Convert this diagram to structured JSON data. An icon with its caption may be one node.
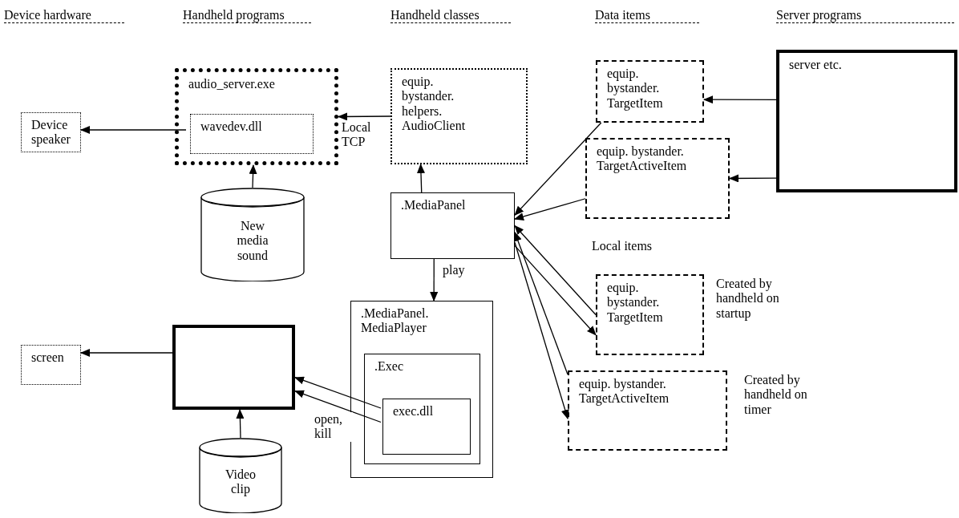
{
  "diagram": {
    "nodes": [
      {
        "text": [
          "Device speaker"
        ]
      },
      {
        "text": [
          "audio_server.exe"
        ]
      },
      {
        "text": [
          "wavedev.dll"
        ],
        "in": 1
      },
      {
        "text": [
          "equip. bystander. helpers. AudioClient"
        ]
      },
      {
        "text": [
          "equip. bystander. TargetItem"
        ]
      },
      {
        "text": [
          "server etc."
        ]
      },
      {
        "text": [
          "equip. bystander. TargetActiveItem"
        ]
      },
      {
        "text": [
          "New media sound"
        ]
      },
      {
        "text": [
          ".MediaPanel"
        ]
      },
      {
        "text": [
          "equip. bystander. TargetItem"
        ],
        "beside": [
          "Created by handheld on startup"
        ]
      },
      {
        "text": [
          ".MediaPanel. MediaPlayer"
        ]
      },
      {
        "text": [
          ".Exec"
        ],
        "in": 10
      },
      {
        "text": [
          "exec.dll"
        ],
        "in": 11
      },
      {
        "text": [
          "screen"
        ]
      },
      {
        "text": [],
        "shape": "box"
      },
      {
        "text": [
          "equip. bystander. TargetActiveItem"
        ],
        "beside": [
          "Created by handheld on timer"
        ]
      },
      {
        "text": [
          "Video clip"
        ]
      }
    ],
    "edges": [
      {
        "from": 2,
        "to": 0,
        "arrow": "to"
      },
      {
        "from": 3,
        "to": 1,
        "arrow": "to",
        "label": "Local TCP"
      },
      {
        "from": 7,
        "to": 1,
        "arrow": "to"
      },
      {
        "from": 8,
        "to": 3,
        "arrow": "to"
      },
      {
        "from": 5,
        "to": 4,
        "arrow": "to"
      },
      {
        "from": 5,
        "to": 6,
        "arrow": "to"
      },
      {
        "from": 4,
        "to": 8,
        "arrow": "to"
      },
      {
        "from": 6,
        "to": 8,
        "arrow": "to"
      },
      {
        "from": 8,
        "to": 10,
        "arrow": "to",
        "label": "play"
      },
      {
        "from": 9,
        "to": 8,
        "arrow": "to"
      },
      {
        "from": 8,
        "to": 9,
        "arrow": "to"
      },
      {
        "from": 15,
        "to": 8,
        "arrow": "to"
      },
      {
        "from": 8,
        "to": 15,
        "arrow": "to"
      },
      {
        "from": 14,
        "to": 13,
        "arrow": "to"
      },
      {
        "from": 12,
        "to": 14,
        "arrow": "to"
      },
      {
        "from": 12,
        "to": 14,
        "arrow": "to",
        "label": "open, kill"
      },
      {
        "from": 16,
        "to": 14,
        "arrow": "to"
      }
    ],
    "labels": [
      "Device hardware",
      "Handheld programs",
      "Handheld classes",
      "Data items",
      "Server programs",
      "Local items"
    ]
  }
}
